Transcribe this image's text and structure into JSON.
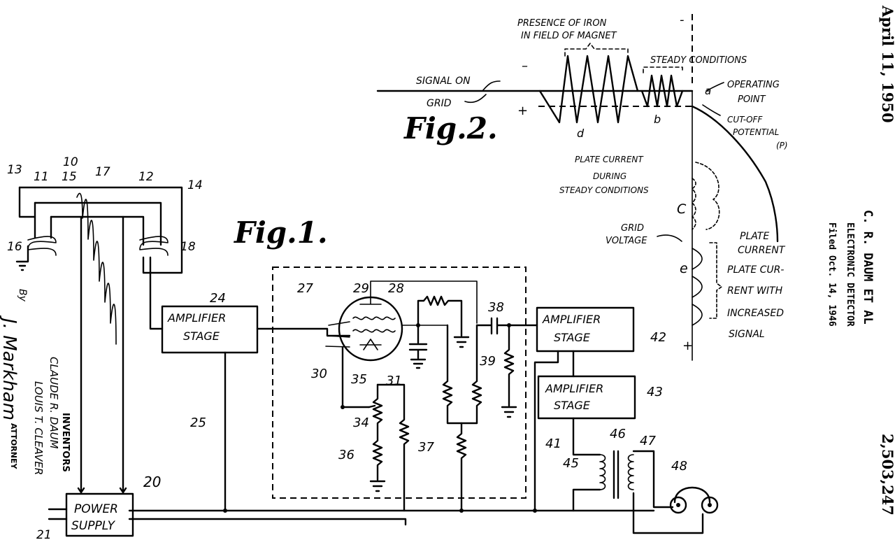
{
  "header": {
    "date": "April 11, 1950",
    "inventor_line": "C. R. DAUM ET AL",
    "title": "ELECTRONIC DETECTOR",
    "filed": "Filed Oct. 14, 1946",
    "patent_number": "2,503,247"
  },
  "fig1": {
    "title": "Fig.1.",
    "blocks": {
      "amp24_line1": "AMPLIFIER",
      "amp24_line2": "STAGE",
      "amp42_line1": "AMPLIFIER",
      "amp42_line2": "STAGE",
      "amp43_line1": "AMPLIFIER",
      "amp43_line2": "STAGE",
      "power_line1": "POWER",
      "power_line2": "SUPPLY"
    },
    "refs": {
      "r10": "10",
      "r11": "11",
      "r12": "12",
      "r13": "13",
      "r14": "14",
      "r15": "15",
      "r16": "16",
      "r17": "17",
      "r18": "18",
      "r20": "20",
      "r21": "21",
      "r24": "24",
      "r25": "25",
      "r27": "27",
      "r28": "28",
      "r29": "29",
      "r30": "30",
      "r31": "31",
      "r34": "34",
      "r35": "35",
      "r36": "36",
      "r37": "37",
      "r38": "38",
      "r39": "39",
      "r41": "41",
      "r42": "42",
      "r43": "43",
      "r45": "45",
      "r46": "46",
      "r47": "47",
      "r48": "48"
    }
  },
  "fig2": {
    "title": "Fig.2.",
    "presence_line1": "PRESENCE OF IRON",
    "presence_line2": "IN FIELD OF MAGNET",
    "steady": "STEADY CONDITIONS",
    "signal_line1": "SIGNAL ON",
    "signal_line2": "GRID",
    "operating_line1": "OPERATING",
    "operating_line2": "POINT",
    "cutoff_line1": "CUT-OFF",
    "cutoff_line2": "POTENTIAL",
    "cutoff_line3": "(P)",
    "minus_top": "-",
    "minus_left": "–",
    "plus_left": "+",
    "plus_bottom": "+",
    "label_a": "a",
    "label_b": "b",
    "label_c": "C",
    "label_d": "d",
    "label_e": "e",
    "pc_steady_line1": "PLATE CURRENT",
    "pc_steady_line2": "DURING",
    "pc_steady_line3": "STEADY CONDITIONS",
    "grid_voltage_line1": "GRID",
    "grid_voltage_line2": "VOLTAGE",
    "plate_current_line1": "PLATE",
    "plate_current_line2": "CURRENT",
    "pc_increased_line1": "PLATE CUR-",
    "pc_increased_line2": "RENT WITH",
    "pc_increased_line3": "INCREASED",
    "pc_increased_line4": "SIGNAL"
  },
  "inventors": {
    "label": "INVENTORS",
    "name1": "CLAUDE R. DAUM",
    "name2": "LOUIS T. CLEAVER",
    "by": "By",
    "signature": "J. Markham",
    "attorney": "ATTORNEY"
  }
}
